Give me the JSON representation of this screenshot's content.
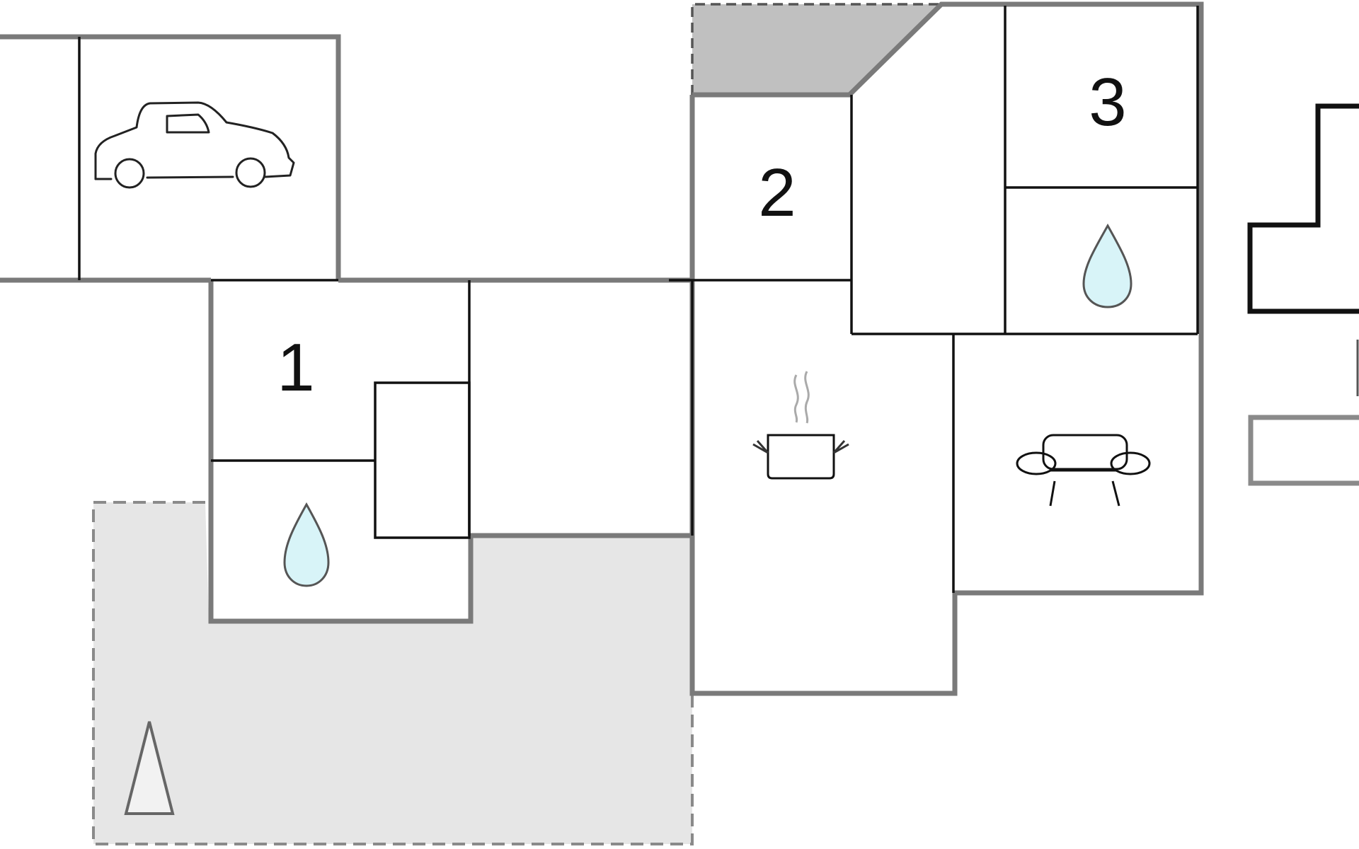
{
  "floorplan": {
    "rooms": [
      {
        "id": "room-1",
        "label": "1"
      },
      {
        "id": "room-2",
        "label": "2"
      },
      {
        "id": "room-3",
        "label": "3"
      }
    ],
    "icons": {
      "garage": "car-icon",
      "bathroom_1": "water-drop-icon",
      "bathroom_2": "water-drop-icon",
      "kitchen": "cooking-pot-icon",
      "living_room": "sofa-icon",
      "north_marker": "north-arrow-icon"
    },
    "colors": {
      "outer_wall": "#7a7a7a",
      "inner_wall": "#111111",
      "terrace_fill": "#e6e6e6",
      "roof_fill": "#c0c0c0",
      "water_drop": "#d8f4f8"
    }
  }
}
